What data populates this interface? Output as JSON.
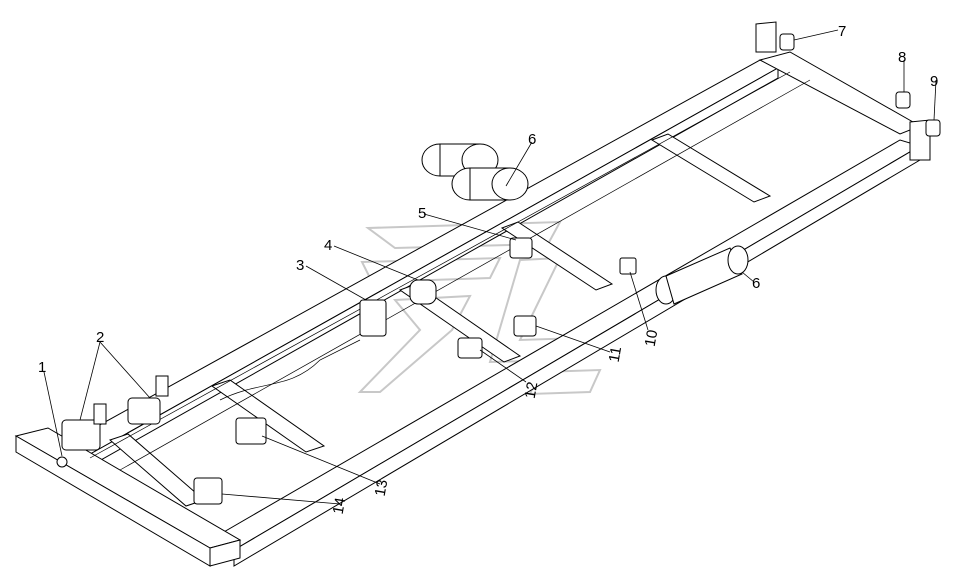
{
  "callouts": [
    {
      "id": "c1",
      "text": "1"
    },
    {
      "id": "c2",
      "text": "2"
    },
    {
      "id": "c3",
      "text": "3"
    },
    {
      "id": "c4",
      "text": "4"
    },
    {
      "id": "c5",
      "text": "5"
    },
    {
      "id": "c6a",
      "text": "6"
    },
    {
      "id": "c6b",
      "text": "6"
    },
    {
      "id": "c7",
      "text": "7"
    },
    {
      "id": "c8",
      "text": "8"
    },
    {
      "id": "c9",
      "text": "9"
    },
    {
      "id": "c10",
      "text": "10"
    },
    {
      "id": "c11",
      "text": "11"
    },
    {
      "id": "c12",
      "text": "12"
    },
    {
      "id": "c13",
      "text": "13"
    },
    {
      "id": "c14",
      "text": "14"
    }
  ]
}
